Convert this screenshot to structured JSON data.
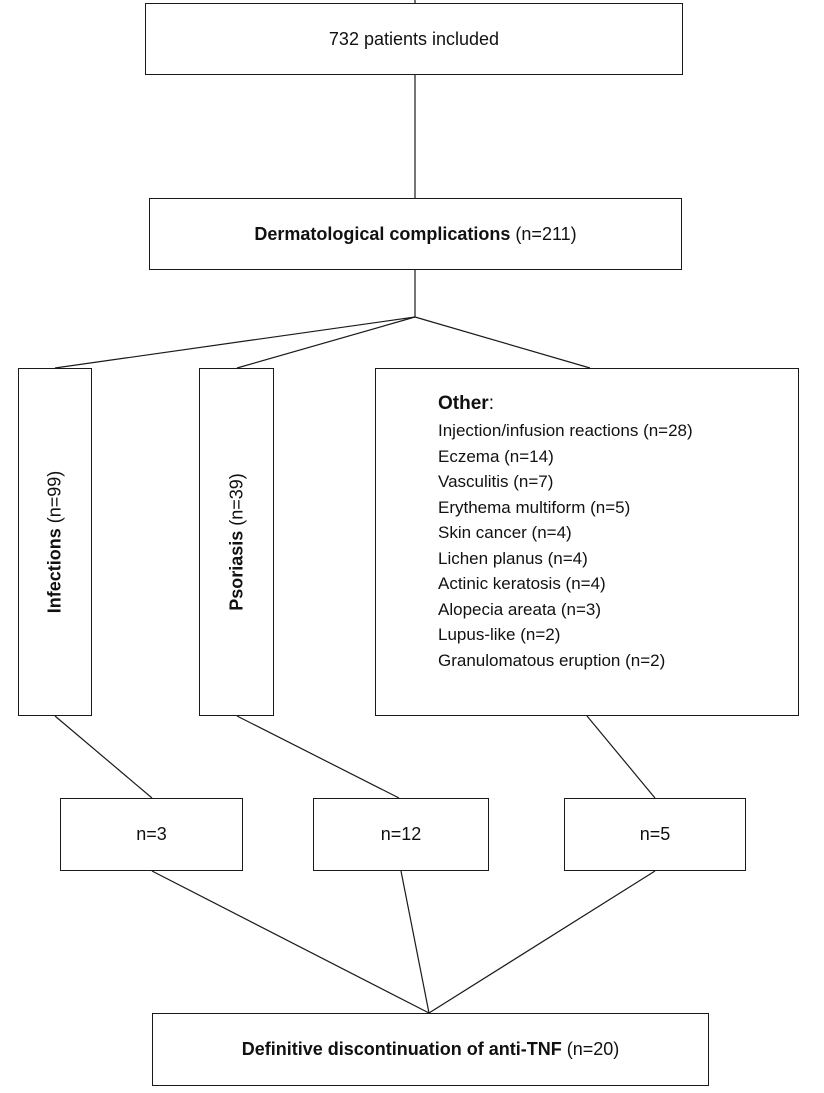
{
  "nodes": {
    "total": {
      "text": "732 patients included"
    },
    "dermatological": {
      "bold": "Dermatological complications",
      "rest": " (n=211)"
    },
    "infections": {
      "bold": "Infections",
      "rest": " (n=99)"
    },
    "psoriasis": {
      "bold": "Psoriasis",
      "rest": " (n=39)"
    },
    "other": {
      "title_bold": "Other",
      "title_rest": ":",
      "items": [
        "Injection/infusion reactions (n=28)",
        "Eczema (n=14)",
        "Vasculitis (n=7)",
        "Erythema multiform (n=5)",
        "Skin cancer (n=4)",
        "Lichen planus (n=4)",
        "Actinic keratosis (n=4)",
        "Alopecia areata (n=3)",
        "Lupus-like (n=2)",
        "Granulomatous eruption (n=2)"
      ]
    },
    "n_infections": {
      "text": "n=3"
    },
    "n_psoriasis": {
      "text": "n=12"
    },
    "n_other": {
      "text": "n=5"
    },
    "final": {
      "bold": "Definitive discontinuation of anti-TNF",
      "rest": " (n=20)"
    }
  },
  "style": {
    "line_color": "#1a1a1a",
    "box_border": "#1a1a1a",
    "background": "#ffffff"
  }
}
